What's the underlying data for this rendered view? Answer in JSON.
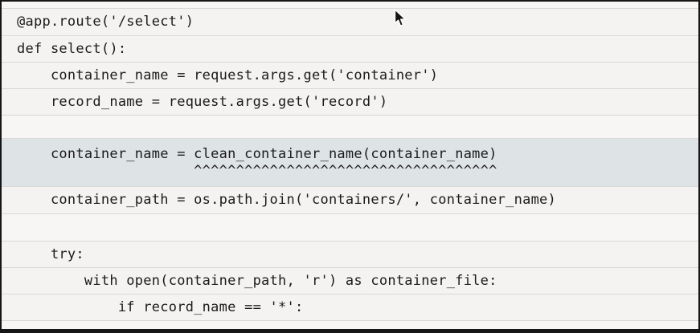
{
  "editor": {
    "background_color": "#f4f3f1",
    "separator_color": "#d9d8d6",
    "highlight_color": "#dee3e6",
    "text_color": "#1b1b1b",
    "language": "python",
    "lines": [
      {
        "type": "code",
        "text": "@app.route('/select')"
      },
      {
        "type": "code",
        "text": "def select():"
      },
      {
        "type": "code",
        "text": "    container_name = request.args.get('container')"
      },
      {
        "type": "code",
        "text": "    record_name = request.args.get('record')"
      },
      {
        "type": "blank",
        "text": ""
      },
      {
        "type": "highlight",
        "text": "    container_name = clean_container_name(container_name)",
        "underline": "                     ^^^^^^^^^^^^^^^^^^^^^^^^^^^^^^^^^^^^"
      },
      {
        "type": "code",
        "text": "    container_path = os.path.join('containers/', container_name)"
      },
      {
        "type": "blank",
        "text": ""
      },
      {
        "type": "code",
        "text": "    try:"
      },
      {
        "type": "code",
        "text": "        with open(container_path, 'r') as container_file:"
      },
      {
        "type": "code",
        "text": "            if record_name == '*':"
      }
    ]
  },
  "cursor": {
    "visible": true,
    "shape": "arrow-pointer"
  }
}
